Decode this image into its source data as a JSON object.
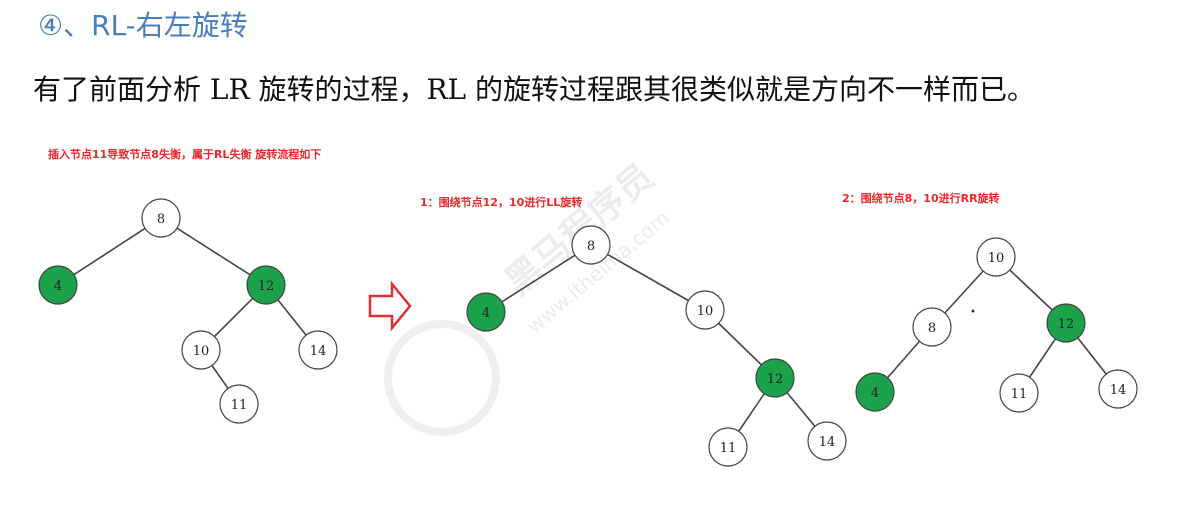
{
  "heading": {
    "number": "④",
    "text": "、RL-右左旋转"
  },
  "intro": "有了前面分析 LR 旋转的过程，RL 的旋转过程跟其很类似就是方向不一样而已。",
  "captions": {
    "c1": "插入节点11导致节点8失衡，属于RL失衡      旋转流程如下",
    "c2": "1：围绕节点12，10进行LL旋转",
    "c3": "2：围绕节点8，10进行RR旋转"
  },
  "watermark": {
    "brand": "黑马程序员",
    "url": "www.itheima.com"
  },
  "colors": {
    "highlight": "#1aa34a",
    "caption": "#e8282b",
    "heading": "#4a7ebb"
  },
  "trees": [
    {
      "name": "tree-initial",
      "nodes": [
        {
          "id": "8",
          "label": "8",
          "hl": false
        },
        {
          "id": "4",
          "label": "4",
          "hl": true
        },
        {
          "id": "12",
          "label": "12",
          "hl": true
        },
        {
          "id": "10",
          "label": "10",
          "hl": false
        },
        {
          "id": "14",
          "label": "14",
          "hl": false
        },
        {
          "id": "11",
          "label": "11",
          "hl": false
        }
      ],
      "edges": [
        [
          "8",
          "4"
        ],
        [
          "8",
          "12"
        ],
        [
          "12",
          "10"
        ],
        [
          "12",
          "14"
        ],
        [
          "10",
          "11"
        ]
      ]
    },
    {
      "name": "tree-after-ll",
      "nodes": [
        {
          "id": "8",
          "label": "8",
          "hl": false
        },
        {
          "id": "4",
          "label": "4",
          "hl": true
        },
        {
          "id": "10",
          "label": "10",
          "hl": false
        },
        {
          "id": "12",
          "label": "12",
          "hl": true
        },
        {
          "id": "11",
          "label": "11",
          "hl": false
        },
        {
          "id": "14",
          "label": "14",
          "hl": false
        }
      ],
      "edges": [
        [
          "8",
          "4"
        ],
        [
          "8",
          "10"
        ],
        [
          "10",
          "12"
        ],
        [
          "12",
          "11"
        ],
        [
          "12",
          "14"
        ]
      ]
    },
    {
      "name": "tree-after-rr",
      "nodes": [
        {
          "id": "10",
          "label": "10",
          "hl": false
        },
        {
          "id": "8",
          "label": "8",
          "hl": false
        },
        {
          "id": "12",
          "label": "12",
          "hl": true
        },
        {
          "id": "4",
          "label": "4",
          "hl": true
        },
        {
          "id": "11",
          "label": "11",
          "hl": false
        },
        {
          "id": "14",
          "label": "14",
          "hl": false
        }
      ],
      "edges": [
        [
          "10",
          "8"
        ],
        [
          "10",
          "12"
        ],
        [
          "8",
          "4"
        ],
        [
          "12",
          "11"
        ],
        [
          "12",
          "14"
        ]
      ]
    }
  ]
}
